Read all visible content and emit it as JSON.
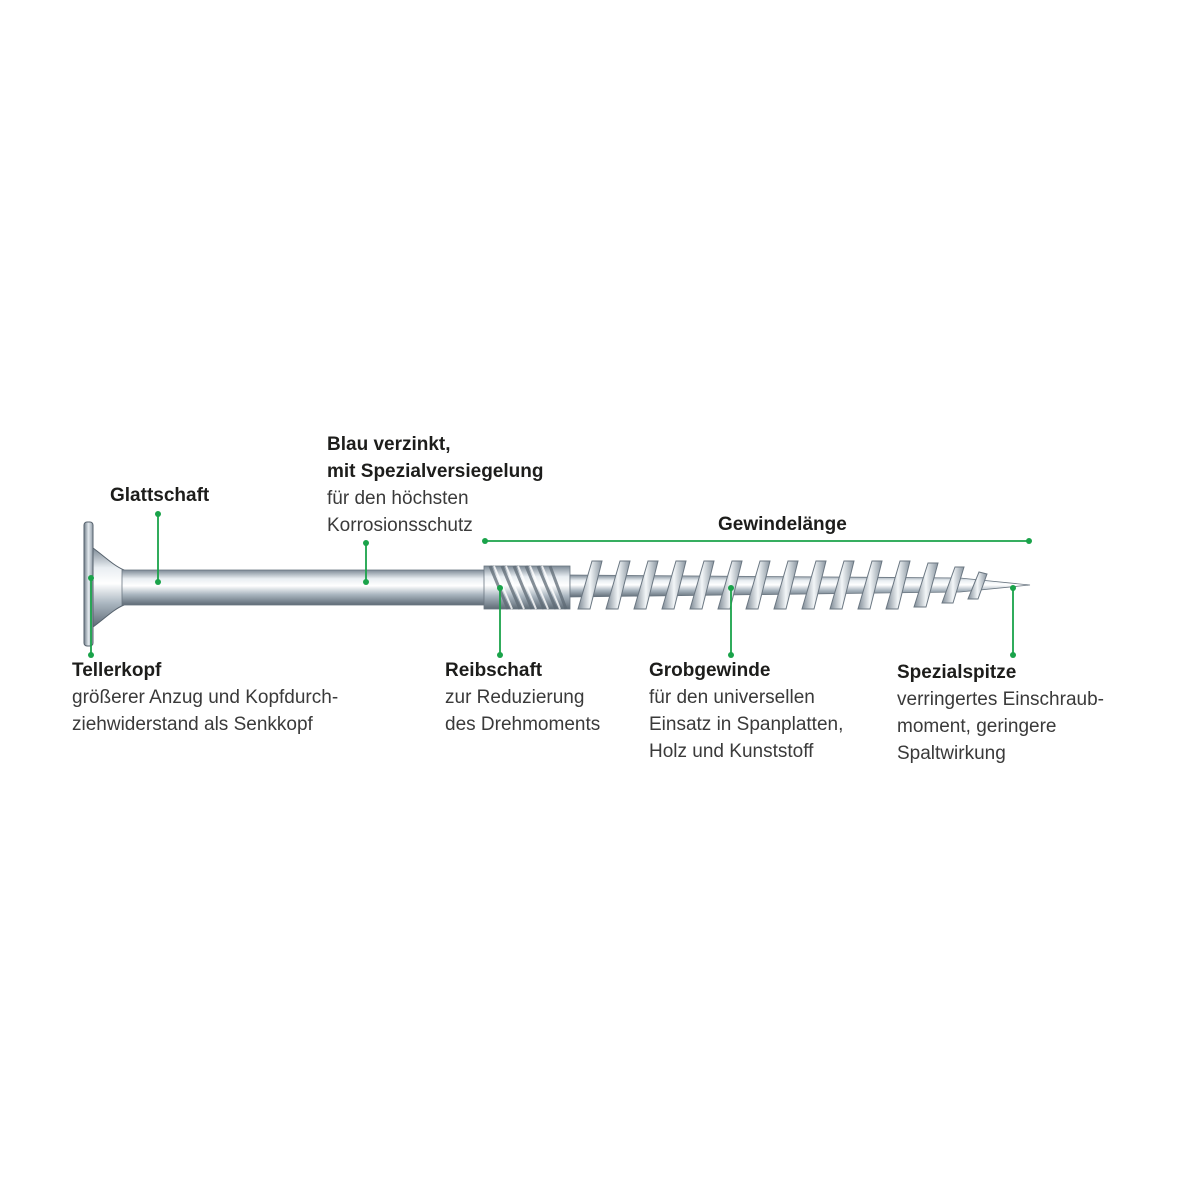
{
  "colors": {
    "accent": "#1aa34a",
    "text": "#1d1d1b",
    "screw": "#c8d3dc"
  },
  "labels": {
    "glattschaft": {
      "title": "Glattschaft"
    },
    "blau": {
      "title_1": "Blau verzinkt,",
      "title_2": "mit Spezialversiegelung",
      "desc_1": "für den höchsten",
      "desc_2": "Korrosionsschutz"
    },
    "gewinde": {
      "title": "Gewindelänge"
    },
    "tellerkopf": {
      "title": "Tellerkopf",
      "desc_1": "größerer Anzug und Kopfdurch-",
      "desc_2": "ziehwiderstand als Senkkopf"
    },
    "reibschaft": {
      "title": "Reibschaft",
      "desc_1": "zur Reduzierung",
      "desc_2": "des Drehmoments"
    },
    "grobgewinde": {
      "title": "Grobgewinde",
      "desc_1": "für den universellen",
      "desc_2": "Einsatz in Spanplatten,",
      "desc_3": "Holz und Kunststoff"
    },
    "spitze": {
      "title": "Spezialspitze",
      "desc_1": "verringertes Einschraub-",
      "desc_2": "moment, geringere",
      "desc_3": "Spaltwirkung"
    }
  }
}
